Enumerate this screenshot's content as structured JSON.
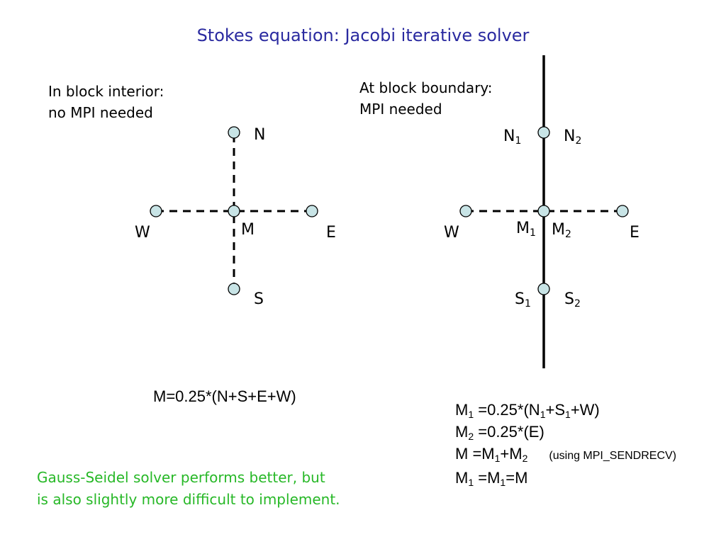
{
  "title": "Stokes equation: Jacobi iterative solver",
  "interior": {
    "heading_line1": "In block interior:",
    "heading_line2": "no MPI needed",
    "labels": {
      "N": "N",
      "W": "W",
      "M": "M",
      "E": "E",
      "S": "S"
    },
    "equation": "M=0.25*(N+S+E+W)"
  },
  "boundary": {
    "heading_line1": "At block boundary:",
    "heading_line2": "MPI needed",
    "labels": {
      "N1": "N",
      "N1_sub": "1",
      "N2": "N",
      "N2_sub": "2",
      "W": "W",
      "M1": "M",
      "M1_sub": "1",
      "M2": "M",
      "M2_sub": "2",
      "E": "E",
      "S1": "S",
      "S1_sub": "1",
      "S2": "S",
      "S2_sub": "2"
    },
    "equations": {
      "line1": {
        "lhs": "M",
        "lhs_sub": "1",
        "a": " =0.25*(N",
        "a_sub": "1",
        "b": "+S",
        "b_sub": "1",
        "c": "+W)"
      },
      "line2": {
        "lhs": "M",
        "lhs_sub": "2",
        "a": " =0.25*(E)"
      },
      "line3": {
        "a": "M =M",
        "a_sub": "1",
        "b": "+M",
        "b_sub": "2",
        "note": "(using MPI_SENDRECV)"
      },
      "line4": {
        "lhs": "M",
        "lhs_sub": "1",
        "a": " =M",
        "a_sub": "1",
        "b": "=M"
      }
    }
  },
  "note": {
    "line1": "Gauss-Seidel solver performs better, but",
    "line2": "is also slightly more difficult to implement."
  },
  "colors": {
    "title": "#2a2aa0",
    "node_fill": "#c8e4e6",
    "node_stroke": "#000000",
    "note": "#27b827"
  }
}
